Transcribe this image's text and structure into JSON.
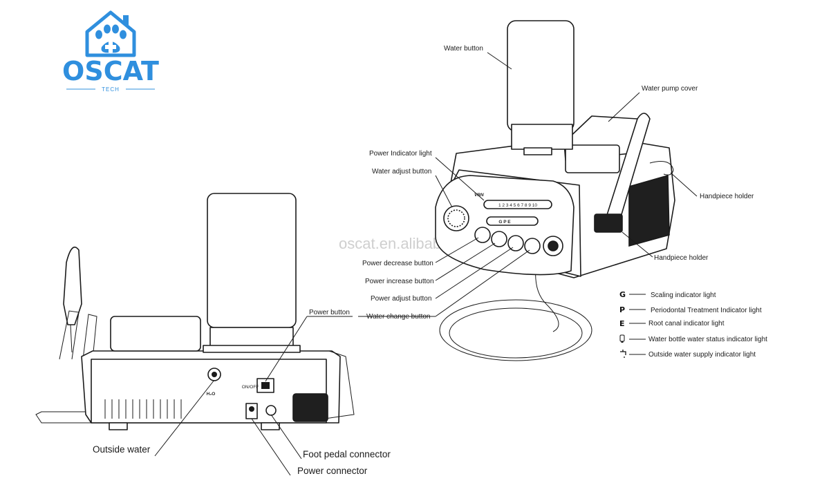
{
  "logo": {
    "brand_name": "OSCAT",
    "sub_text": "TECH",
    "brand_color": "#2f8fde"
  },
  "watermark": "oscat.en.alibaba.com",
  "rear_view": {
    "labels": {
      "power_button": "Power button",
      "outside_water": "Outside water",
      "foot_pedal_connector": "Foot pedal connector",
      "power_connector": "Power connector"
    },
    "panel_text": {
      "h2o": "H₂O",
      "onoff": "ON/OFF"
    }
  },
  "front_view": {
    "labels": {
      "water_button": "Water button",
      "water_pump_cover": "Water pump cover",
      "power_indicator_light": "Power Indicator light",
      "water_adjust_button": "Water adjust button",
      "handpiece_holder_1": "Handpiece holder",
      "handpiece_holder_2": "Handpiece holder",
      "power_decrease_button": "Power decrease button",
      "power_increase_button": "Power increase button",
      "power_adjust_button": "Power adjust button",
      "water_change_button": "Water change button"
    },
    "panel_text": {
      "brand": "VRN",
      "scale": "1 2 3 4 5 6 7 8 9 10",
      "modes": "G P E"
    }
  },
  "legend": [
    {
      "symbol": "G",
      "text": "Scaling indicator light"
    },
    {
      "symbol": "P",
      "text": "Periodontal Treatment Indicator light"
    },
    {
      "symbol": "E",
      "text": "Root canal indicator light"
    },
    {
      "symbol": "bottle-icon",
      "text": "Water bottle water status indicator light"
    },
    {
      "symbol": "faucet-icon",
      "text": "Outside water supply indicator light"
    }
  ]
}
